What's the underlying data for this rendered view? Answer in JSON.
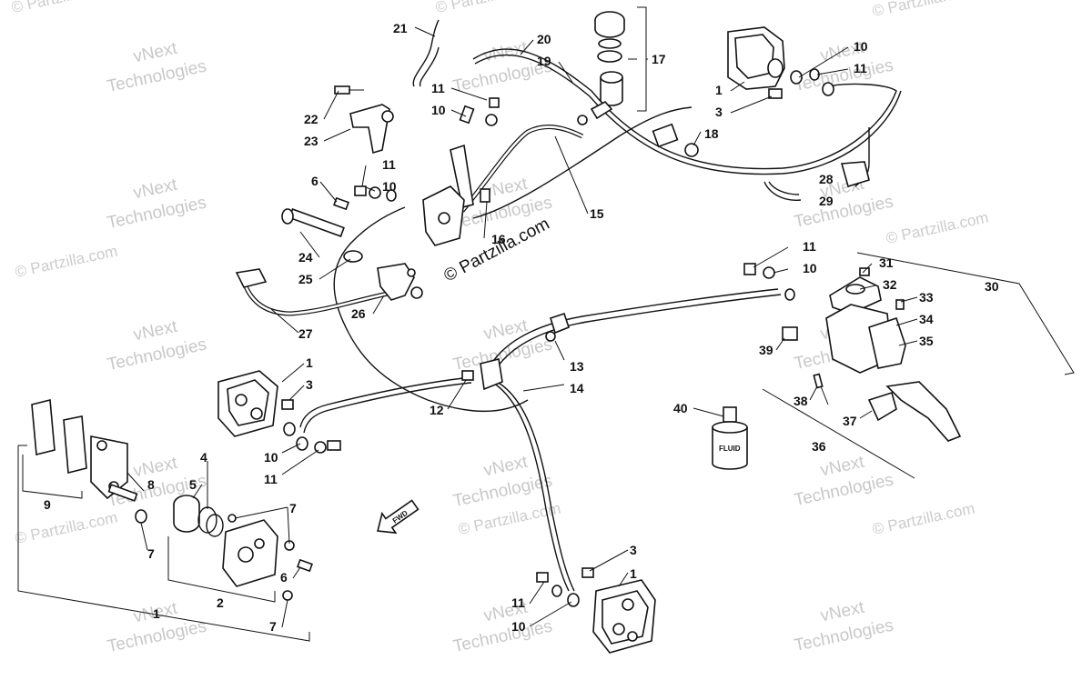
{
  "watermarks": {
    "vnext_line1": "vNext",
    "vnext_line2": "Technologies",
    "partzilla_corner": "© Partzilla.com",
    "partzilla_center": "© Partzilla.com"
  },
  "labels": {
    "fwd": "FWD",
    "fluid": "FLUID"
  },
  "callouts": [
    {
      "id": "c21",
      "text": "21"
    },
    {
      "id": "c20",
      "text": "20"
    },
    {
      "id": "c19",
      "text": "19"
    },
    {
      "id": "c17",
      "text": "17"
    },
    {
      "id": "c10a",
      "text": "10"
    },
    {
      "id": "c11a",
      "text": "11"
    },
    {
      "id": "c1a",
      "text": "1"
    },
    {
      "id": "c3a",
      "text": "3"
    },
    {
      "id": "c22",
      "text": "22"
    },
    {
      "id": "c23",
      "text": "23"
    },
    {
      "id": "c11b",
      "text": "11"
    },
    {
      "id": "c10b",
      "text": "10"
    },
    {
      "id": "c18",
      "text": "18"
    },
    {
      "id": "c28",
      "text": "28"
    },
    {
      "id": "c29",
      "text": "29"
    },
    {
      "id": "c6a",
      "text": "6"
    },
    {
      "id": "c11c",
      "text": "11"
    },
    {
      "id": "c10c",
      "text": "10"
    },
    {
      "id": "c15",
      "text": "15"
    },
    {
      "id": "c16",
      "text": "16"
    },
    {
      "id": "c24",
      "text": "24"
    },
    {
      "id": "c25",
      "text": "25"
    },
    {
      "id": "c26",
      "text": "26"
    },
    {
      "id": "c27",
      "text": "27"
    },
    {
      "id": "c11d",
      "text": "11"
    },
    {
      "id": "c10d",
      "text": "10"
    },
    {
      "id": "c30",
      "text": "30"
    },
    {
      "id": "c31",
      "text": "31"
    },
    {
      "id": "c32",
      "text": "32"
    },
    {
      "id": "c33",
      "text": "33"
    },
    {
      "id": "c34",
      "text": "34"
    },
    {
      "id": "c35",
      "text": "35"
    },
    {
      "id": "c39",
      "text": "39"
    },
    {
      "id": "c13",
      "text": "13"
    },
    {
      "id": "c14",
      "text": "14"
    },
    {
      "id": "c12",
      "text": "12"
    },
    {
      "id": "c1b",
      "text": "1"
    },
    {
      "id": "c3b",
      "text": "3"
    },
    {
      "id": "c38",
      "text": "38"
    },
    {
      "id": "c37",
      "text": "37"
    },
    {
      "id": "c36",
      "text": "36"
    },
    {
      "id": "c40",
      "text": "40"
    },
    {
      "id": "c10e",
      "text": "10"
    },
    {
      "id": "c11e",
      "text": "11"
    },
    {
      "id": "c4",
      "text": "4"
    },
    {
      "id": "c5",
      "text": "5"
    },
    {
      "id": "c8",
      "text": "8"
    },
    {
      "id": "c9",
      "text": "9"
    },
    {
      "id": "c7a",
      "text": "7"
    },
    {
      "id": "c7b",
      "text": "7"
    },
    {
      "id": "c6b",
      "text": "6"
    },
    {
      "id": "c2",
      "text": "2"
    },
    {
      "id": "c1c",
      "text": "1"
    },
    {
      "id": "c7c",
      "text": "7"
    },
    {
      "id": "c3c",
      "text": "3"
    },
    {
      "id": "c1d",
      "text": "1"
    },
    {
      "id": "c11f",
      "text": "11"
    },
    {
      "id": "c10f",
      "text": "10"
    }
  ]
}
